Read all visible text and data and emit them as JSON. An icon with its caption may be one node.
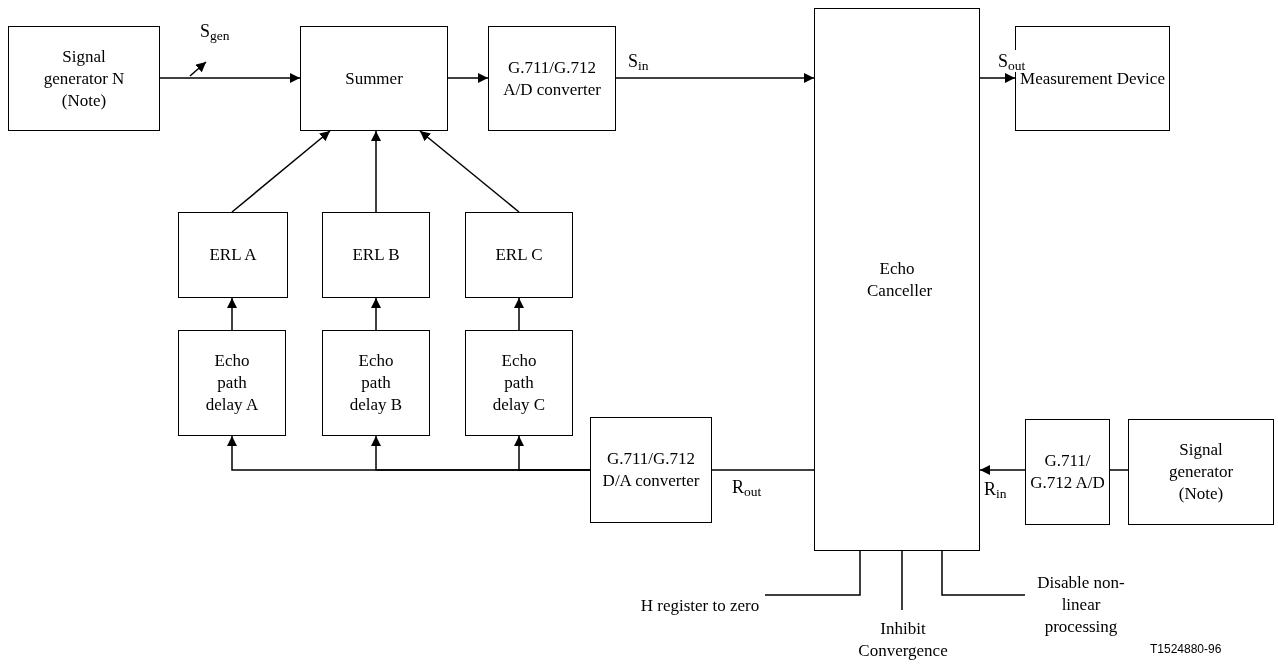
{
  "diagram": {
    "nodes": [
      {
        "text": [
          "Signal generator N (Note)"
        ]
      },
      {
        "text": [
          "Summer"
        ]
      },
      {
        "text": [
          "G.711/G.712 A/D converter"
        ]
      },
      {
        "text": [
          "Echo Canceller"
        ]
      },
      {
        "text": [
          "Measurement Device"
        ]
      },
      {
        "text": [
          "ERL A"
        ]
      },
      {
        "text": [
          "ERL B"
        ]
      },
      {
        "text": [
          "ERL C"
        ]
      },
      {
        "text": [
          "Echo path delay A"
        ]
      },
      {
        "text": [
          "Echo path delay B"
        ]
      },
      {
        "text": [
          "Echo path delay C"
        ]
      },
      {
        "text": [
          "G.711/G.712 D/A converter"
        ]
      },
      {
        "text": [
          "G.711/ G.712 A/D"
        ]
      },
      {
        "text": [
          "Signal generator (Note)"
        ]
      },
      {
        "text": [
          "H register to zero"
        ]
      },
      {
        "text": [
          "Inhibit Convergence"
        ]
      },
      {
        "text": [
          "Disable non-linear processing"
        ]
      }
    ],
    "edges": [
      {
        "from": 0,
        "to": 1,
        "arrow": "to",
        "label": "S$_{gen}$"
      },
      {
        "from": 1,
        "to": 2,
        "arrow": "to"
      },
      {
        "from": 2,
        "to": 3,
        "arrow": "to",
        "label": "S$_{in}$"
      },
      {
        "from": 3,
        "to": 4,
        "arrow": "to",
        "label": "S$_{out}$"
      },
      {
        "from": 5,
        "to": 1,
        "arrow": "to"
      },
      {
        "from": 6,
        "to": 1,
        "arrow": "to"
      },
      {
        "from": 7,
        "to": 1,
        "arrow": "to"
      },
      {
        "from": 8,
        "to": 5,
        "arrow": "to"
      },
      {
        "from": 9,
        "to": 6,
        "arrow": "to"
      },
      {
        "from": 10,
        "to": 7,
        "arrow": "to"
      },
      {
        "from": 3,
        "to": 11,
        "arrow": "none",
        "label": "R$_{out}$"
      },
      {
        "from": 11,
        "to": 8,
        "arrow": "to"
      },
      {
        "from": 11,
        "to": 9,
        "arrow": "to"
      },
      {
        "from": 11,
        "to": 10,
        "arrow": "to"
      },
      {
        "from": 12,
        "to": 3,
        "arrow": "to",
        "label": "R$_{in}$"
      },
      {
        "from": 13,
        "to": 12,
        "arrow": "none"
      },
      {
        "from": 14,
        "to": 3,
        "arrow": "none"
      },
      {
        "from": 15,
        "to": 3,
        "arrow": "none"
      },
      {
        "from": 16,
        "to": 3,
        "arrow": "none"
      }
    ],
    "labels": [
      "T1524880-96"
    ]
  }
}
